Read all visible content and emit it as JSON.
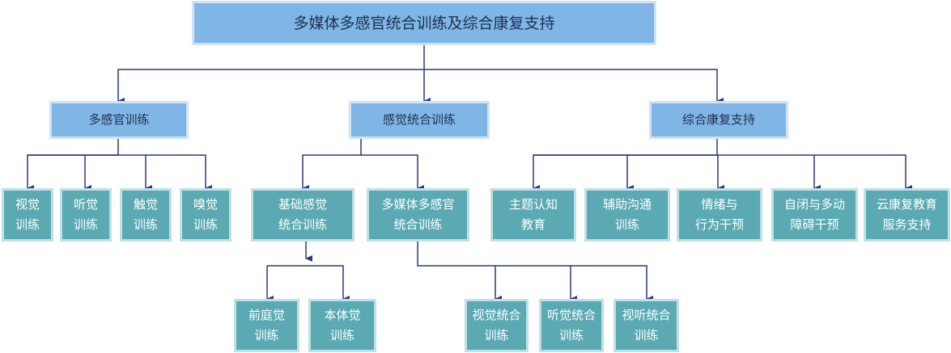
{
  "diagram": {
    "colors": {
      "root": "#7fb6e6",
      "category": "#7fb6e6",
      "leaf": "#5aa9b3",
      "connector": "#2b3a7a"
    },
    "root": {
      "label": "多媒体多感官统合训练及综合康复支持"
    },
    "categories": [
      {
        "label": "多感官训练"
      },
      {
        "label": "感觉统合训练"
      },
      {
        "label": "综合康复支持"
      }
    ],
    "multisensory_items": [
      {
        "label": "视觉\n训练"
      },
      {
        "label": "听觉\n训练"
      },
      {
        "label": "触觉\n训练"
      },
      {
        "label": "嗅觉\n训练"
      }
    ],
    "integration_items": [
      {
        "label": "基础感觉\n统合训练"
      },
      {
        "label": "多媒体多感官\n统合训练"
      }
    ],
    "basic_items": [
      {
        "label": "前庭觉\n训练"
      },
      {
        "label": "本体觉\n训练"
      }
    ],
    "media_items": [
      {
        "label": "视觉统合\n训练"
      },
      {
        "label": "听觉统合\n训练"
      },
      {
        "label": "视听统合\n训练"
      }
    ],
    "support_items": [
      {
        "label": "主题认知\n教育"
      },
      {
        "label": "辅助沟通\n训练"
      },
      {
        "label": "情绪与\n行为干预"
      },
      {
        "label": "自闭与多动\n障碍干预"
      },
      {
        "label": "云康复教育\n服务支持"
      }
    ]
  }
}
